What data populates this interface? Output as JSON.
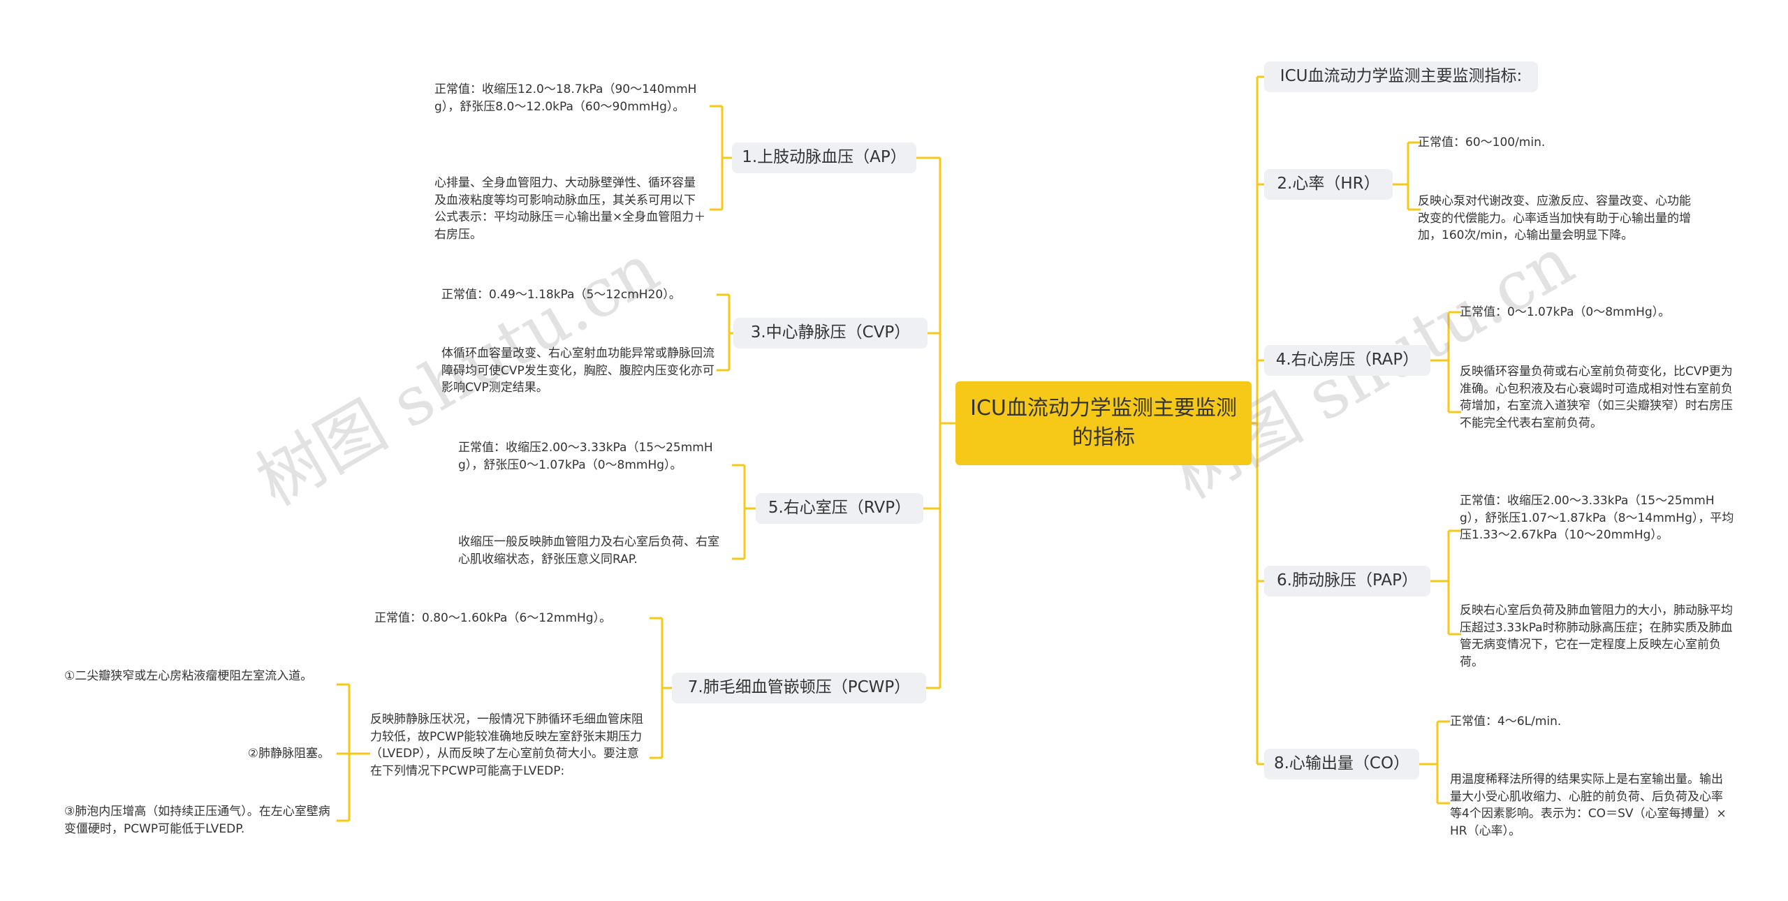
{
  "colors": {
    "accent": "#f6c817",
    "line": "#f6c817",
    "node_bg": "#eef0f3"
  },
  "center": {
    "label": "ICU血流动力学监测主要监测的指标"
  },
  "left_branches": [
    {
      "label": "1.上肢动脉血压（AP）",
      "leaves": [
        "正常值：收缩压12.0～18.7kPa（90～140mmHg），舒张压8.0～12.0kPa（60～90mmHg）。",
        "心排量、全身血管阻力、大动脉壁弹性、循环容量及血液粘度等均可影响动脉血压，其关系可用以下公式表示：平均动脉压＝心输出量×全身血管阻力＋右房压。"
      ]
    },
    {
      "label": "3.中心静脉压（CVP）",
      "leaves": [
        "正常值：0.49～1.18kPa（5～12cmH20）。",
        "体循环血容量改变、右心室射血功能异常或静脉回流障碍均可使CVP发生变化，胸腔、腹腔内压变化亦可影响CVP测定结果。"
      ]
    },
    {
      "label": "5.右心室压（RVP）",
      "leaves": [
        "正常值：收缩压2.00～3.33kPa（15～25mmHg），舒张压0～1.07kPa（0～8mmHg）。",
        "收缩压一般反映肺血管阻力及右心室后负荷、右室心肌收缩状态，舒张压意义同RAP."
      ]
    },
    {
      "label": "7.肺毛细血管嵌顿压（PCWP）",
      "leaves": [
        "正常值：0.80～1.60kPa（6～12mmHg）。",
        "反映肺静脉压状况，一般情况下肺循环毛细血管床阻力较低，故PCWP能较准确地反映左室舒张末期压力（LVEDP），从而反映了左心室前负荷大小。要注意在下列情况下PCWP可能高于LVEDP:"
      ],
      "sub_leaves": [
        "①二尖瓣狭窄或左心房粘液瘤梗阻左室流入道。",
        "②肺静脉阻塞。",
        "③肺泡内压增高（如持续正压通气）。在左心室壁病变僵硬时，PCWP可能低于LVEDP."
      ]
    }
  ],
  "right_branches": [
    {
      "label": "ICU血流动力学监测主要监测指标:",
      "leaves": []
    },
    {
      "label": "2.心率（HR）",
      "leaves": [
        "正常值：60～100/min.",
        "反映心泵对代谢改变、应激反应、容量改变、心功能改变的代偿能力。心率适当加快有助于心输出量的增加，160次/min，心输出量会明显下降。"
      ]
    },
    {
      "label": "4.右心房压（RAP）",
      "leaves": [
        "正常值：0～1.07kPa（0～8mmHg）。",
        "反映循环容量负荷或右心室前负荷变化，比CVP更为准确。心包积液及右心衰竭时可造成相对性右室前负荷增加，右室流入道狭窄（如三尖瓣狭窄）时右房压不能完全代表右室前负荷。"
      ]
    },
    {
      "label": "6.肺动脉压（PAP）",
      "leaves": [
        "正常值：收缩压2.00～3.33kPa（15～25mmHg），舒张压1.07～1.87kPa（8～14mmHg），平均压1.33～2.67kPa（10～20mmHg）。",
        "反映右心室后负荷及肺血管阻力的大小，肺动脉平均压超过3.33kPa时称肺动脉高压症；在肺实质及肺血管无病变情况下，它在一定程度上反映左心室前负荷。"
      ]
    },
    {
      "label": "8.心输出量（CO）",
      "leaves": [
        "正常值：4～6L/min.",
        "用温度稀释法所得的结果实际上是右室输出量。输出量大小受心肌收缩力、心脏的前负荷、后负荷及心率等4个因素影响。表示为：CO＝SV（心室每搏量）×HR（心率）。"
      ]
    }
  ],
  "watermark": "树图 shutu.cn"
}
